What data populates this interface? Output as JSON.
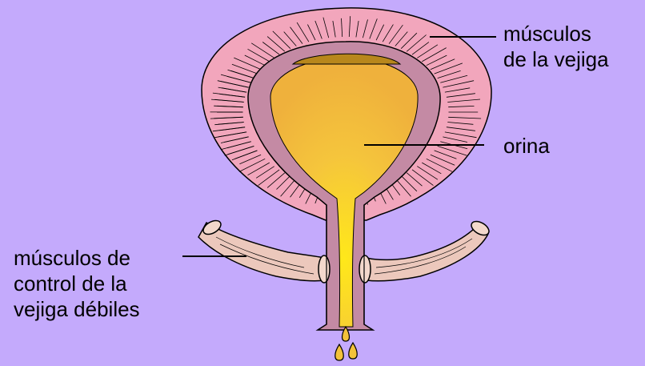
{
  "labels": {
    "bladder_muscles": [
      "músculos",
      "de la vejiga"
    ],
    "urine": "orina",
    "weak_control_muscles": [
      "músculos de",
      "control de la",
      "vejiga débiles"
    ]
  },
  "colors": {
    "background": "#c4aafc",
    "bladder_muscle": "#f2a6bc",
    "bladder_wall": "#c48aa4",
    "urine": "#f3c23a",
    "control_muscle": "#ecc8bc",
    "outline": "#000000"
  }
}
